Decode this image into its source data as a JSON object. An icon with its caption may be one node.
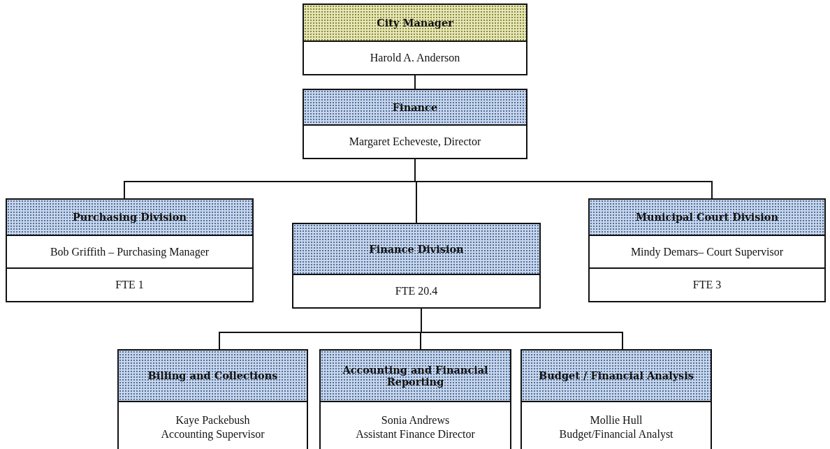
{
  "diagram": {
    "nodes": [
      {
        "text": [
          "City Manager",
          "Harold A. Anderson"
        ]
      },
      {
        "text": [
          "Finance",
          "Margaret Echeveste, Director"
        ]
      },
      {
        "text": [
          "Purchasing Division",
          "Bob Griffith – Purchasing Manager",
          "FTE 1"
        ]
      },
      {
        "text": [
          "Finance Division",
          "FTE  20.4"
        ]
      },
      {
        "text": [
          "Municipal Court Division",
          "Mindy Demars– Court Supervisor",
          "FTE 3"
        ]
      },
      {
        "text": [
          "Billing and Collections",
          "Kaye Packebush",
          "Accounting Supervisor"
        ]
      },
      {
        "text": [
          "Accounting and Financial Reporting",
          "Sonia Andrews",
          "Assistant Finance Director"
        ]
      },
      {
        "text": [
          "Budget / Financial Analysis",
          "Mollie Hull",
          "Budget/Financial Analyst"
        ]
      }
    ],
    "edges": [
      {
        "from": 0,
        "to": 1,
        "arrow": "none"
      },
      {
        "from": 1,
        "to": 2,
        "arrow": "none"
      },
      {
        "from": 1,
        "to": 3,
        "arrow": "none"
      },
      {
        "from": 1,
        "to": 4,
        "arrow": "none"
      },
      {
        "from": 3,
        "to": 5,
        "arrow": "none"
      },
      {
        "from": 3,
        "to": 6,
        "arrow": "none"
      },
      {
        "from": 3,
        "to": 7,
        "arrow": "none"
      }
    ]
  }
}
